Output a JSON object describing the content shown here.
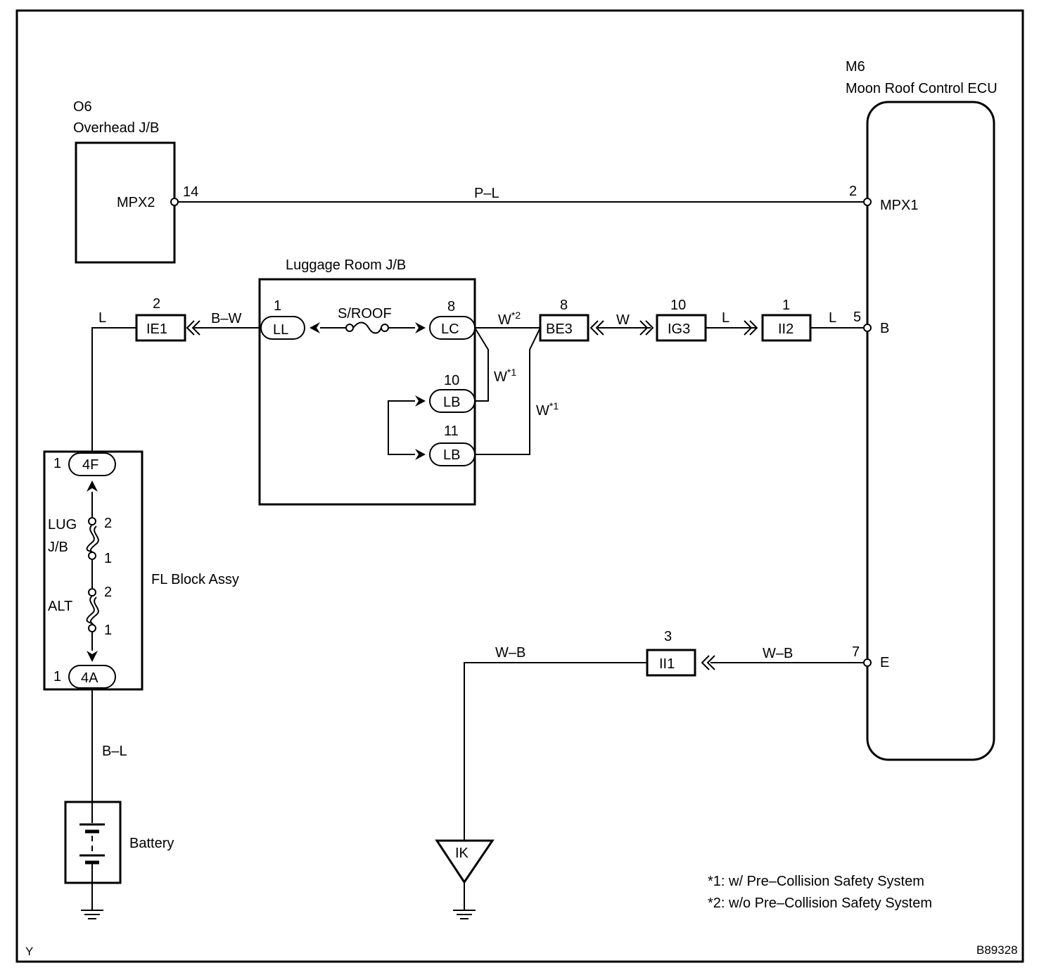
{
  "components": {
    "overhead_jb": {
      "code": "O6",
      "name": "Overhead J/B",
      "pin_name": "MPX2",
      "pin_no": "14"
    },
    "ecu": {
      "code": "M6",
      "name": "Moon Roof Control ECU",
      "pins": {
        "mpx1": {
          "name": "MPX1",
          "no": "2"
        },
        "b": {
          "name": "B",
          "no": "5"
        },
        "e": {
          "name": "E",
          "no": "7"
        }
      }
    },
    "luggage_jb": {
      "name": "Luggage Room J/B",
      "fuse": "S/ROOF",
      "connectors": {
        "ll": {
          "name": "LL",
          "no": "1"
        },
        "lc": {
          "name": "LC",
          "no": "8"
        },
        "lb10": {
          "name": "LB",
          "no": "10"
        },
        "lb11": {
          "name": "LB",
          "no": "11"
        }
      }
    },
    "fl_block": {
      "name": "FL Block Assy",
      "lug_label": "LUG",
      "lug_label2": "J/B",
      "alt_label": "ALT",
      "conn_4f": {
        "name": "4F",
        "no": "1"
      },
      "conn_4a": {
        "name": "4A",
        "no": "1"
      },
      "lug_pin_top": "2",
      "lug_pin_bot": "1",
      "alt_pin_top": "2",
      "alt_pin_bot": "1"
    },
    "battery": {
      "name": "Battery"
    },
    "ground_ik": {
      "name": "IK"
    }
  },
  "connectors": {
    "ie1": {
      "name": "IE1",
      "no": "2"
    },
    "be3": {
      "name": "BE3",
      "no": "8"
    },
    "ig3": {
      "name": "IG3",
      "no": "10"
    },
    "ii2": {
      "name": "II2",
      "no": "1"
    },
    "ii1": {
      "name": "II1",
      "no": "3"
    }
  },
  "wires": {
    "pl": "P–L",
    "l_fl": "L",
    "bw": "B–W",
    "w_top": "W",
    "w_top_sup": "*2",
    "w_mid": "W",
    "w_mid_sup": "*1",
    "w_low": "W",
    "w_low_sup": "*1",
    "w_be3_ig3": "W",
    "l_ig3_ii2": "L",
    "l_ii2_b": "L",
    "bl": "B–L",
    "wb_left": "W–B",
    "wb_right": "W–B"
  },
  "notes": {
    "n1": "*1: w/ Pre–Collision Safety System",
    "n2": "*2: w/o Pre–Collision Safety System"
  },
  "corner_left": "Y",
  "corner_right": "B89328"
}
